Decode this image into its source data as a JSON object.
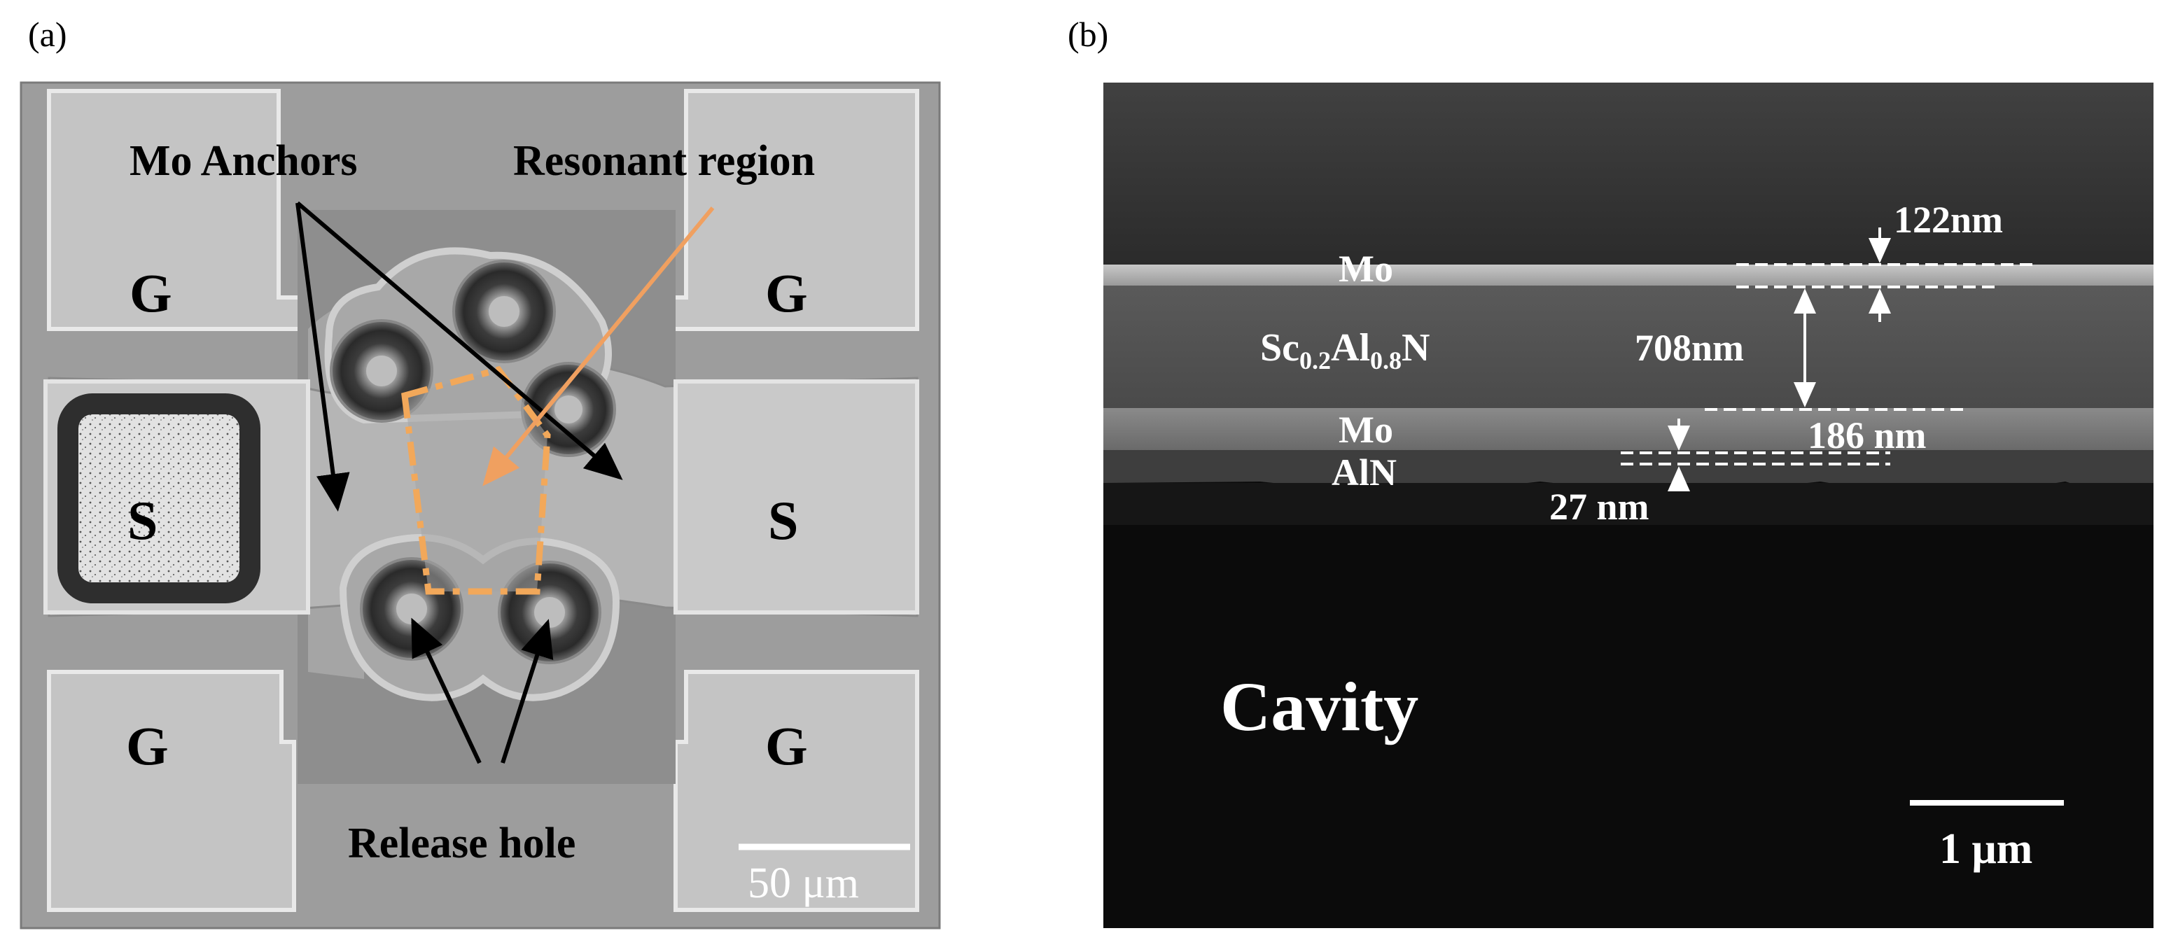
{
  "panel_a": {
    "tag": "(a)",
    "labels": {
      "mo_anchors": "Mo Anchors",
      "resonant_region": "Resonant region",
      "release_hole": "Release hole",
      "ground": "G",
      "signal": "S"
    },
    "scale_bar": "50 μm"
  },
  "panel_b": {
    "tag": "(b)",
    "layers": {
      "top_mo": "Mo",
      "scaln_base": "Sc",
      "scaln_sub1": "0.2",
      "scaln_mid": "Al",
      "scaln_sub2": "0.8",
      "scaln_end": "N",
      "bottom_mo": "Mo",
      "aln": "AlN"
    },
    "thickness": {
      "top_mo": "122nm",
      "scaln": "708nm",
      "bottom_mo": "186 nm",
      "aln": "27 nm"
    },
    "cavity": "Cavity",
    "scale_bar": "1 μm"
  },
  "colors": {
    "resonant_outline": "#f2a85a",
    "resonant_arrow": "#f0a060",
    "annotation_arrow": "#000000",
    "sem_dark": "#0b0b0b",
    "label_white": "#ffffff"
  }
}
